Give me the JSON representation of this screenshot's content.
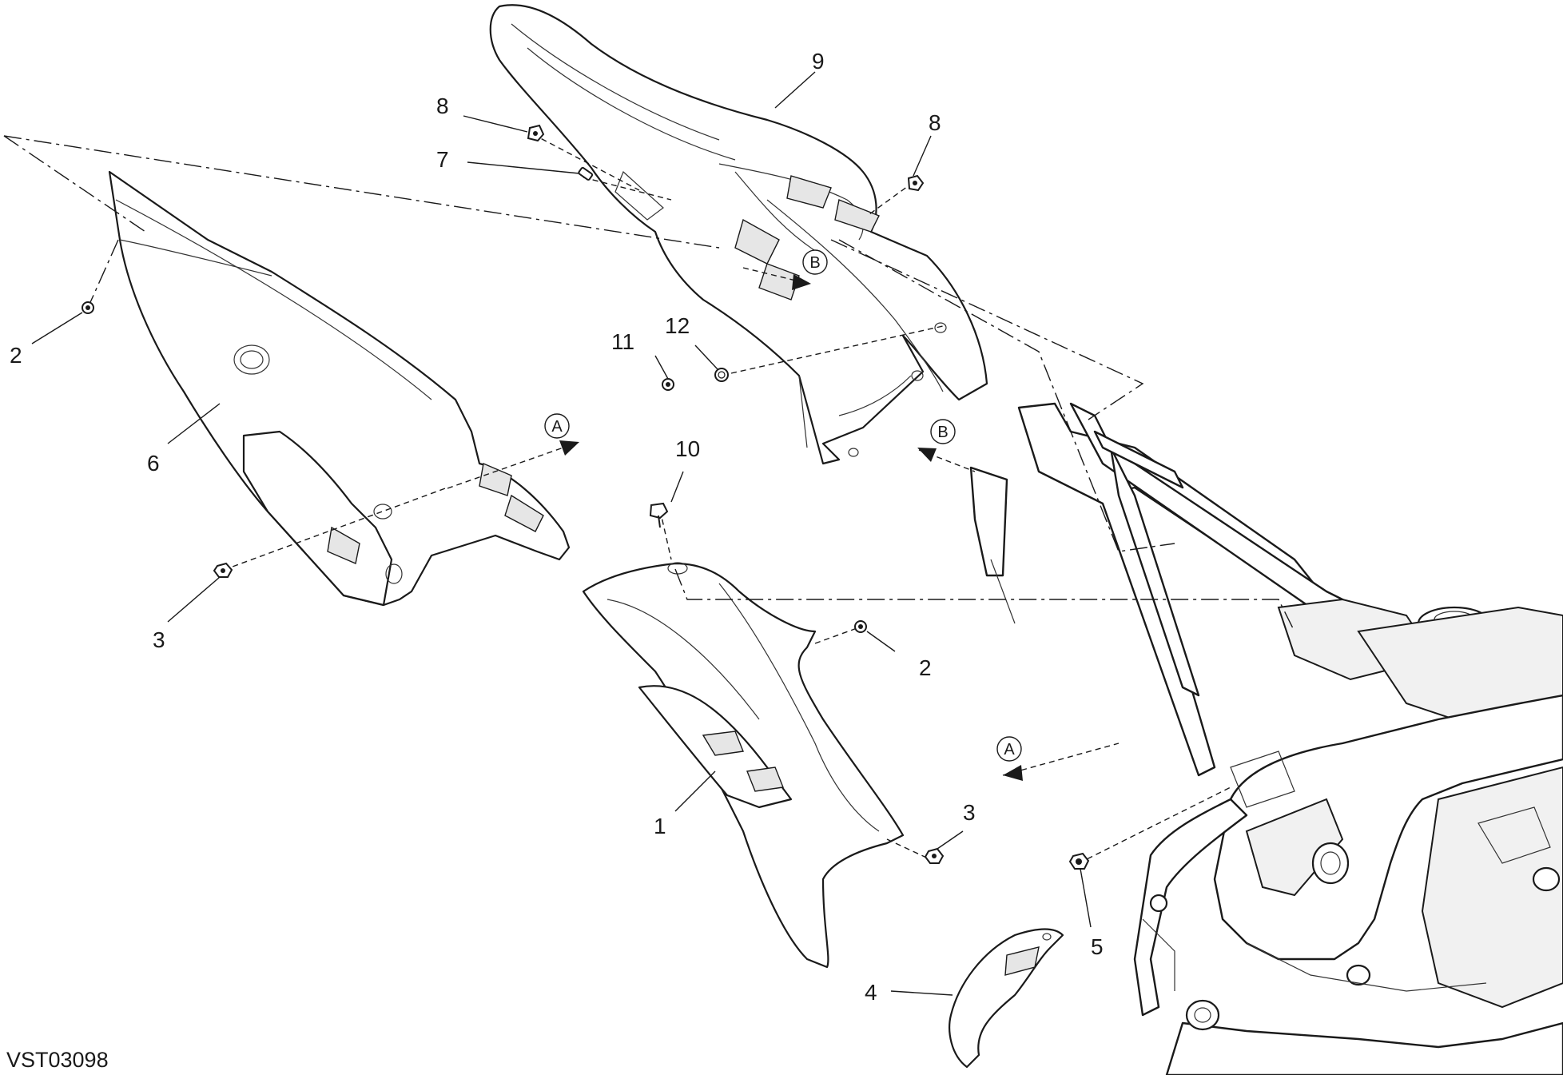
{
  "diagram_code": "VST03098",
  "callouts": {
    "c1": "1",
    "c2_left": "2",
    "c2_right": "2",
    "c3_left": "3",
    "c3_right": "3",
    "c4": "4",
    "c5": "5",
    "c6": "6",
    "c7": "7",
    "c8_left": "8",
    "c8_right": "8",
    "c9": "9",
    "c10": "10",
    "c11": "11",
    "c12": "12"
  },
  "reference_markers": {
    "a_left": "A",
    "a_right": "A",
    "b_top": "B",
    "b_right": "B"
  }
}
